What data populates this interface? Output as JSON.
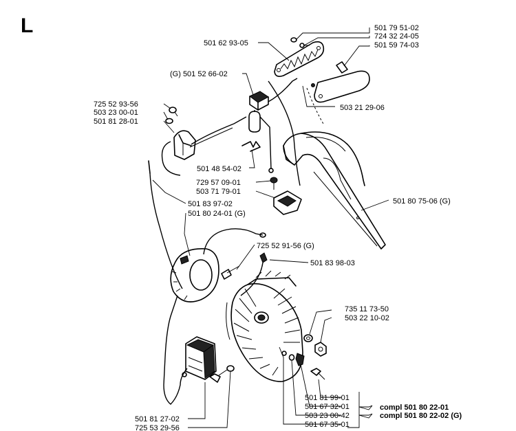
{
  "section_letter": "L",
  "labels": {
    "p_501_79_51_02": "501 79 51-02",
    "p_724_32_24_05": "724 32 24-05",
    "p_501_59_74_03": "501 59 74-03",
    "p_501_62_93_05": "501 62 93-05",
    "p_501_52_66_02": "(G) 501 52 66-02",
    "p_503_21_29_06": "503 21 29-06",
    "p_725_52_93_56": "725 52 93-56",
    "p_503_23_00_01": "503 23 00-01",
    "p_501_81_28_01": "501 81 28-01",
    "p_501_48_54_02": "501 48 54-02",
    "p_729_57_09_01": "729 57 09-01",
    "p_503_71_79_01": "503 71 79-01",
    "p_501_80_75_06": "501 80 75-06 (G)",
    "p_501_83_97_02": "501 83 97-02",
    "p_501_80_24_01": "501 80 24-01 (G)",
    "p_725_52_91_56": "725 52 91-56 (G)",
    "p_501_83_98_03": "501 83 98-03",
    "p_735_11_73_50": "735 11 73-50",
    "p_503_22_10_02": "503 22 10-02",
    "p_501_81_99_01": "501 81 99-01",
    "p_501_67_32_01": "501 67 32-01",
    "p_503_23_00_42": "503 23 00-42",
    "p_501_67_35_01": "501 67 35-01",
    "p_501_81_27_02": "501 81 27-02",
    "p_725_53_29_56": "725 53 29-56"
  },
  "kits": [
    {
      "label": "compl 501 80 22-01"
    },
    {
      "label": "compl 501 80 22-02 (G)"
    }
  ]
}
